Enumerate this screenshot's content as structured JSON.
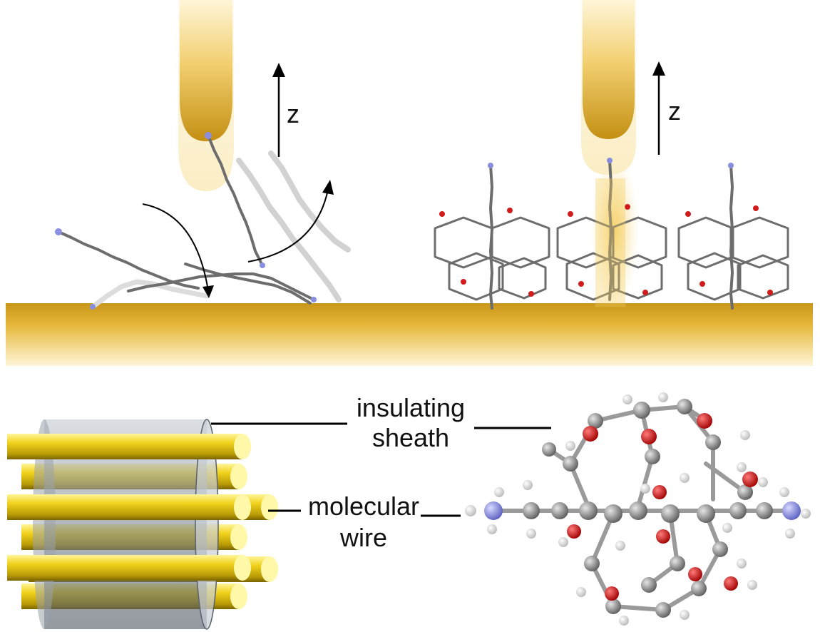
{
  "labels": {
    "z_left": "z",
    "z_right": "z",
    "insulating": "insulating",
    "sheath": "sheath",
    "molecular": "molecular",
    "wire": "wire"
  },
  "colors": {
    "gold": "#d9a520",
    "gold_dark": "#b8860b",
    "gold_light": "#f7e08a",
    "sheath_gray": "#8a929c",
    "carbon": "#7d7d7d",
    "oxygen": "#d01c1c",
    "nitrogen": "#8a8ee0",
    "hydrogen": "#f2f2f2"
  }
}
